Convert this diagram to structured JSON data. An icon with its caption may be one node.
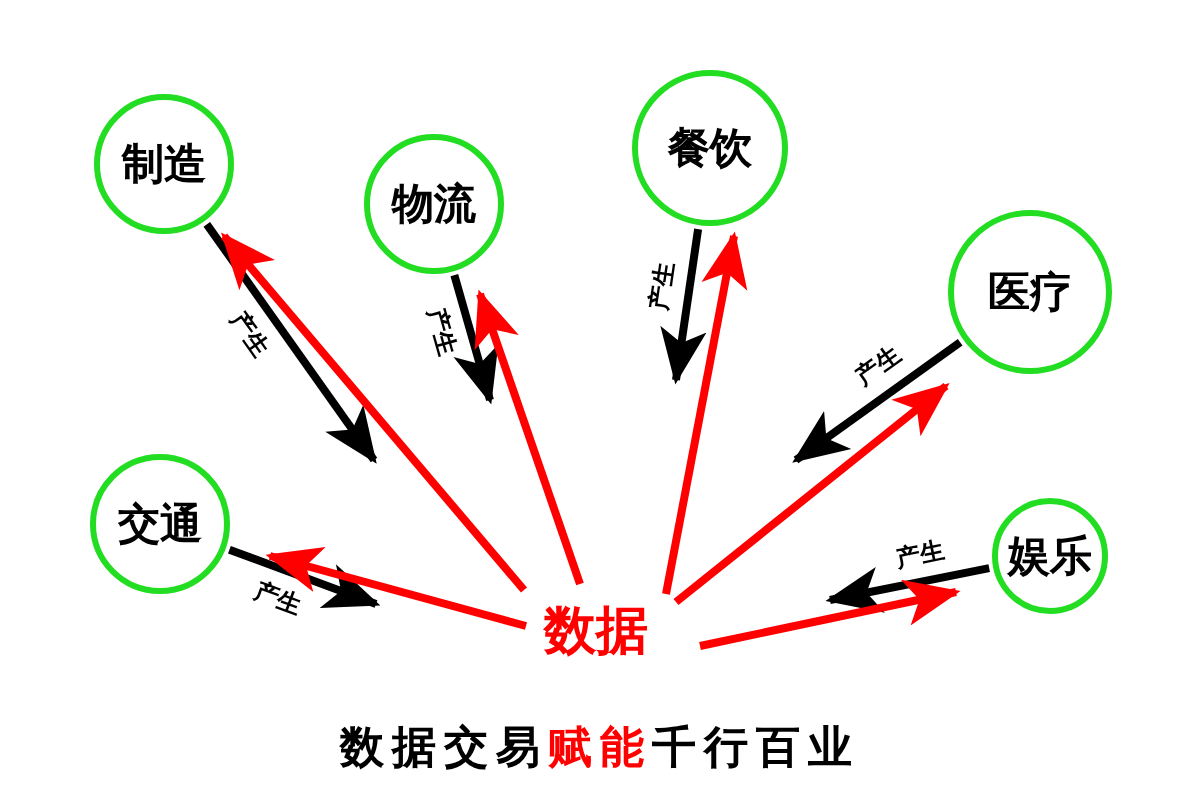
{
  "diagram": {
    "title": "数据交易**赋能**千行百业",
    "nodes": [
      {
        "text": [
          "制造"
        ]
      },
      {
        "text": [
          "物流"
        ]
      },
      {
        "text": [
          "餐饮"
        ]
      },
      {
        "text": [
          "医疗"
        ]
      },
      {
        "text": [
          "交通"
        ]
      },
      {
        "text": [
          "娱乐"
        ]
      },
      {
        "text": [
          "数据"
        ]
      }
    ],
    "edges": [
      {
        "from": 0,
        "to": null,
        "arrow": "to",
        "label": "产生"
      },
      {
        "from": 1,
        "to": null,
        "arrow": "to",
        "label": "产生"
      },
      {
        "from": 2,
        "to": null,
        "arrow": "to",
        "label": "产生"
      },
      {
        "from": 3,
        "to": null,
        "arrow": "to",
        "label": "产生"
      },
      {
        "from": 4,
        "to": null,
        "arrow": "to",
        "label": "产生"
      },
      {
        "from": 5,
        "to": null,
        "arrow": "to",
        "label": "产生"
      },
      {
        "from": 6,
        "to": 0,
        "arrow": "to",
        "color": "#ff0000"
      },
      {
        "from": 6,
        "to": 1,
        "arrow": "to",
        "color": "#ff0000"
      },
      {
        "from": 6,
        "to": 2,
        "arrow": "to",
        "color": "#ff0000"
      },
      {
        "from": 6,
        "to": 3,
        "arrow": "to",
        "color": "#ff0000"
      },
      {
        "from": 6,
        "to": 4,
        "arrow": "to",
        "color": "#ff0000"
      },
      {
        "from": 6,
        "to": 5,
        "arrow": "to",
        "color": "#ff0000"
      }
    ]
  }
}
